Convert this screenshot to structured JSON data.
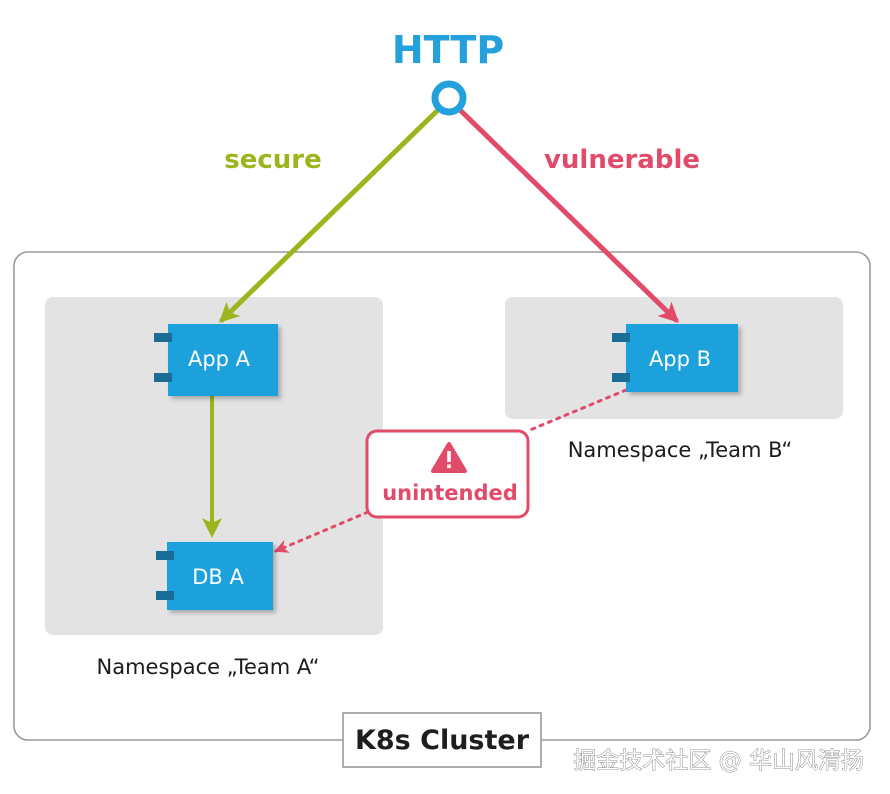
{
  "title": "HTTP",
  "edges": {
    "secure_label": "secure",
    "vulnerable_label": "vulnerable",
    "unintended_label": "unintended"
  },
  "components": {
    "app_a": "App A",
    "app_b": "App B",
    "db_a": "DB A"
  },
  "namespaces": {
    "team_a": "Namespace „Team A“",
    "team_b": "Namespace „Team B“"
  },
  "cluster_label": "K8s Cluster",
  "watermark": "掘金技术社区 @ 华山风清扬",
  "colors": {
    "http_blue": "#24a1dc",
    "secure_green": "#9bb51d",
    "vulnerable_red": "#e24a6a",
    "component_blue": "#1ea1dd",
    "namespace_gray": "#e3e3e3"
  }
}
